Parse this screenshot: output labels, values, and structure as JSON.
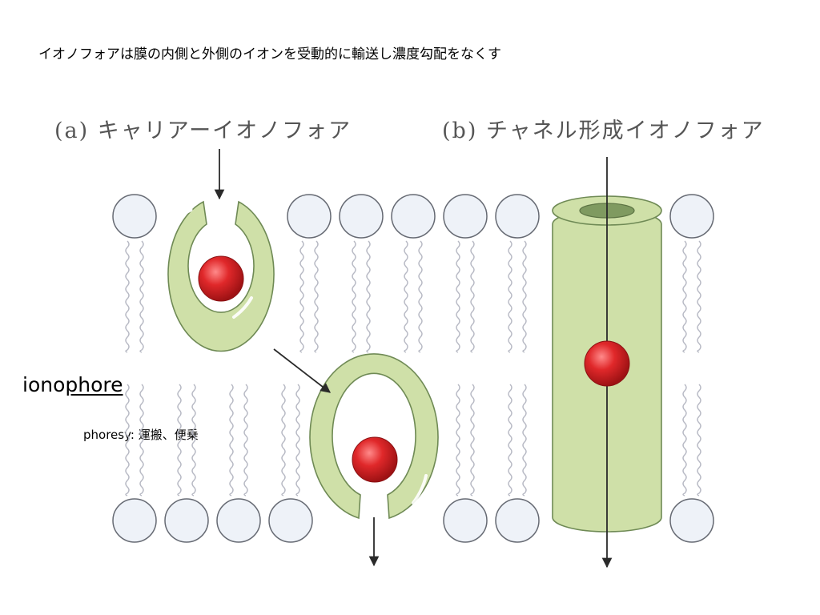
{
  "slide": {
    "title": "イオノフォアは膜の内側と外側のイオンを受動的に輸送し濃度勾配をなくす"
  },
  "term": {
    "prefix": "iono",
    "underlined": "phore"
  },
  "note": {
    "text": "phoresy: 運搬、便乗"
  },
  "diagram": {
    "panel_a": {
      "letter": "(a)",
      "label": "キャリアーイオノフォア"
    },
    "panel_b": {
      "letter": "(b)",
      "label": "チャネル形成イオノフォア"
    },
    "colors": {
      "ionophore_fill": "#cfe0a8",
      "ionophore_stroke": "#6f8a55",
      "channel_lumen": "#7f9a60",
      "ion": "#e0282a",
      "lipid_head_fill": "#eef2f8",
      "lipid_head_stroke": "#666a73",
      "lipid_tail": "#b7b9c4",
      "arrow": "#2a2a2a"
    }
  }
}
